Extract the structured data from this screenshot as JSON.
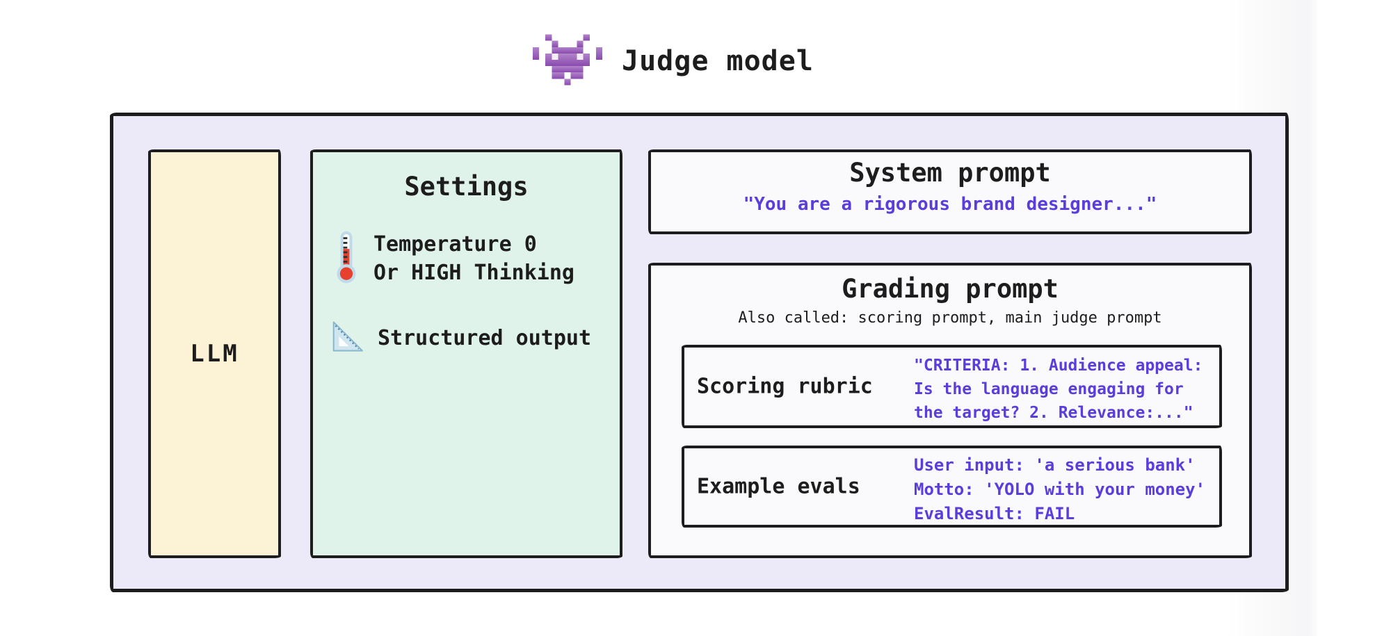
{
  "header": {
    "title": "Judge model",
    "icon": "space-invader-icon"
  },
  "llm_box": {
    "label": "LLM"
  },
  "settings_box": {
    "title": "Settings",
    "items": [
      {
        "icon": "thermometer-icon",
        "lines": [
          "Temperature 0",
          "Or HIGH Thinking"
        ]
      },
      {
        "icon": "triangle-ruler-icon",
        "lines": [
          "Structured output"
        ]
      }
    ]
  },
  "system_prompt_box": {
    "title": "System prompt",
    "quote": "\"You are a rigorous brand designer...\""
  },
  "grading_prompt_box": {
    "title": "Grading prompt",
    "subtitle": "Also called: scoring prompt, main judge prompt",
    "scoring_rubric": {
      "label": "Scoring rubric",
      "lines": [
        "\"CRITERIA: 1. Audience appeal:",
        "Is the language engaging for",
        "the target? 2. Relevance:...\""
      ]
    },
    "example_evals": {
      "label": "Example evals",
      "lines": [
        "User input: 'a serious bank'",
        "Motto: 'YOLO with your money'",
        "EvalResult: FAIL"
      ]
    }
  },
  "colors": {
    "outer_fill": "#ECE9F8",
    "llm_fill": "#FCF3D7",
    "settings_fill": "#DFF3EA",
    "card_fill": "#FAFAFC",
    "border": "#1D1D1D",
    "accent_text": "#5B3DDB",
    "invader_purple": "#9C59BD"
  }
}
